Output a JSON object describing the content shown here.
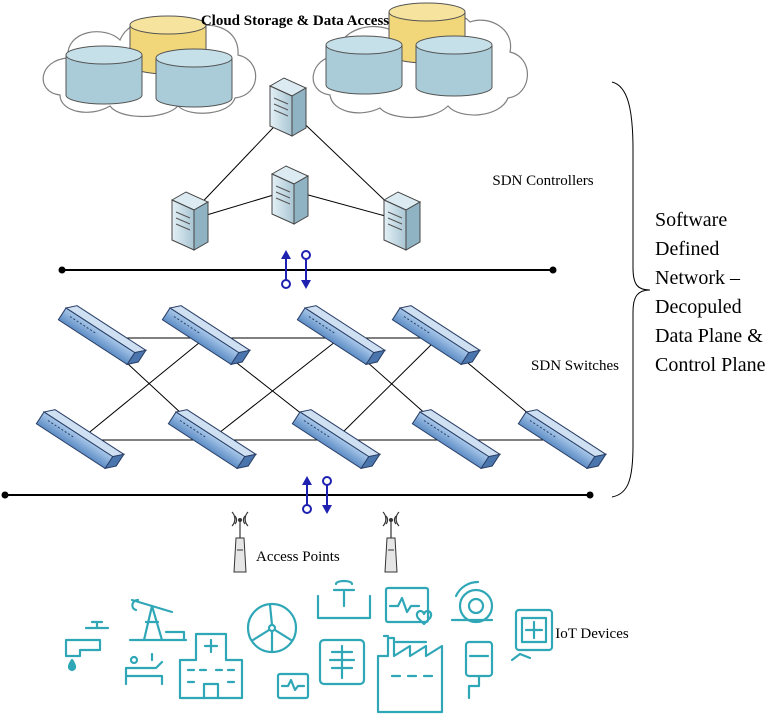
{
  "labels": {
    "cloud_title": "Cloud Storage & Data Access",
    "controllers": "SDN Controllers",
    "switches": "SDN Switches",
    "access_points": "Access Points",
    "iot_devices": "IoT Devices",
    "sdn_brace": "Software Defined Network – Decopuled Data Plane & Control Plane"
  },
  "colors": {
    "cloud_outline": "#7f7f7f",
    "db_blue": "#a9ccd8",
    "db_gold": "#f1d67a",
    "switch_blue": "#7aa6d6",
    "server_blue": "#c9dfe8",
    "arrow_blue": "#1f22b0",
    "iot_teal": "#2fa7b7",
    "line": "#000000"
  },
  "icons": [
    "cloud-icon",
    "database-icon",
    "server-icon",
    "switch-icon",
    "bidirectional-arrow-icon",
    "antenna-icon",
    "faucet-icon",
    "oil-pump-icon",
    "hospital-icon",
    "patient-bed-icon",
    "wind-turbine-icon",
    "monitor-icon",
    "pipe-valve-icon",
    "xray-icon",
    "heart-monitor-icon",
    "factory-icon",
    "mri-icon",
    "iv-drip-icon",
    "tablet-medical-icon"
  ]
}
